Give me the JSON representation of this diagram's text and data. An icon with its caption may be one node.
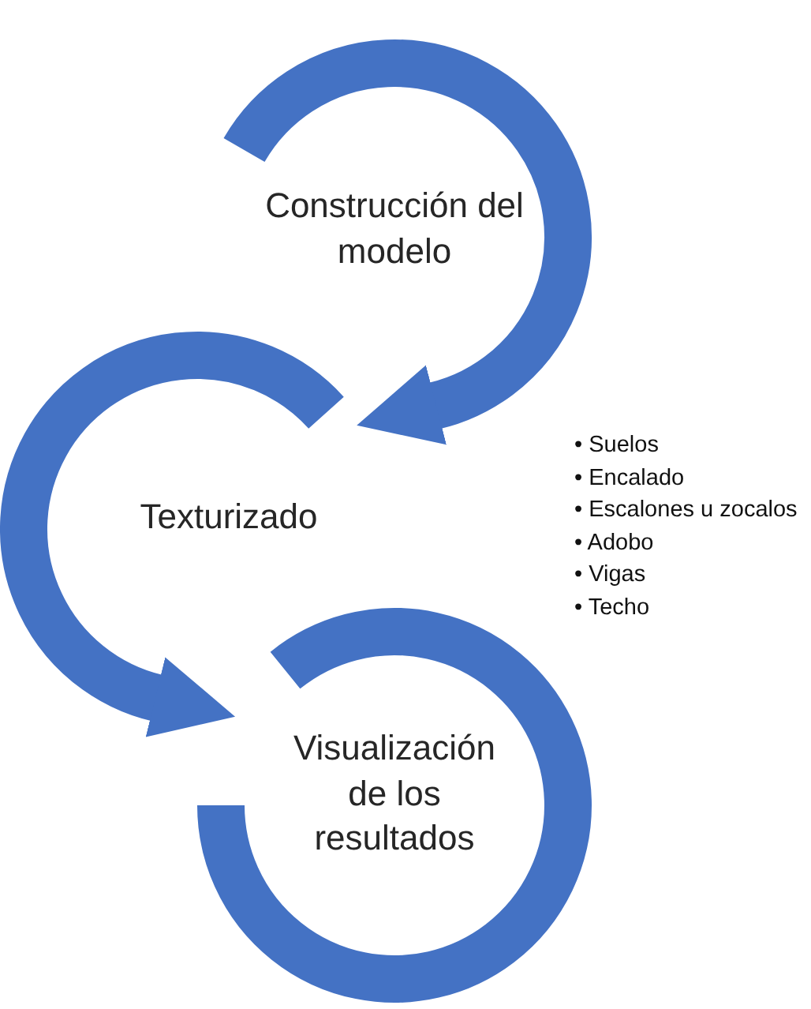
{
  "diagram": {
    "nodes": [
      {
        "text": [
          "Construcción del modelo"
        ]
      },
      {
        "text": [
          "Texturizado"
        ],
        "beside": [
          "• Suelos",
          "• Encalado",
          "• Escalones u zocalos",
          "• Adobo",
          "• Vigas",
          "• Techo"
        ]
      },
      {
        "text": [
          "Visualización de los resultados"
        ]
      }
    ],
    "edges": [
      {
        "from": 0,
        "to": 1,
        "arrow": "to"
      },
      {
        "from": 1,
        "to": 2,
        "arrow": "to"
      }
    ]
  }
}
